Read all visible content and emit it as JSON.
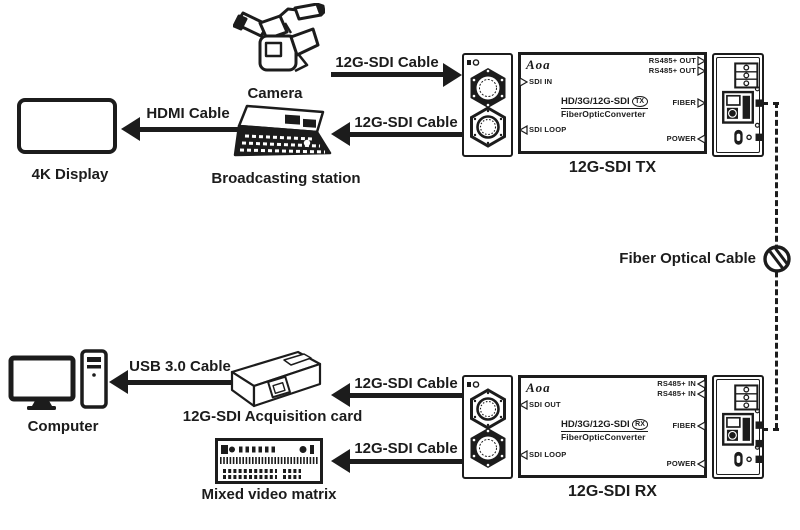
{
  "labels": {
    "display": "4K Display",
    "camera": "Camera",
    "broadcasting": "Broadcasting station",
    "computer": "Computer",
    "acquisition": "12G-SDI Acquisition card",
    "matrix": "Mixed video matrix",
    "tx_unit": "12G-SDI TX",
    "rx_unit": "12G-SDI RX",
    "fiber_cable": "Fiber Optical Cable"
  },
  "cables": {
    "sdi": "12G-SDI Cable",
    "hdmi": "HDMI Cable",
    "usb": "USB 3.0 Cable"
  },
  "tx": {
    "brand": "Aoa",
    "sdi_in": "SDI IN",
    "sdi_loop": "SDI LOOP",
    "model": "HD/3G/12G-SDI",
    "model_tag": "TX",
    "model_sub": "FiberOpticConverter",
    "rs485_lines": [
      "RS485+ OUT",
      "RS485+ OUT"
    ],
    "fiber": "FIBER",
    "power": "POWER"
  },
  "rx": {
    "brand": "Aoa",
    "sdi_out": "SDI OUT",
    "sdi_loop": "SDI LOOP",
    "model": "HD/3G/12G-SDI",
    "model_tag": "RX",
    "model_sub": "FiberOpticConverter",
    "rs485_lines": [
      "RS485+ IN",
      "RS485+ IN"
    ],
    "fiber": "FIBER",
    "power": "POWER"
  },
  "icons": {
    "fiber_coil": "circle-with-diagonal-slashes",
    "port_out": "open-triangle-right",
    "port_in": "open-triangle-left"
  },
  "colors": {
    "ink": "#1c1c1c",
    "bg": "#ffffff"
  }
}
